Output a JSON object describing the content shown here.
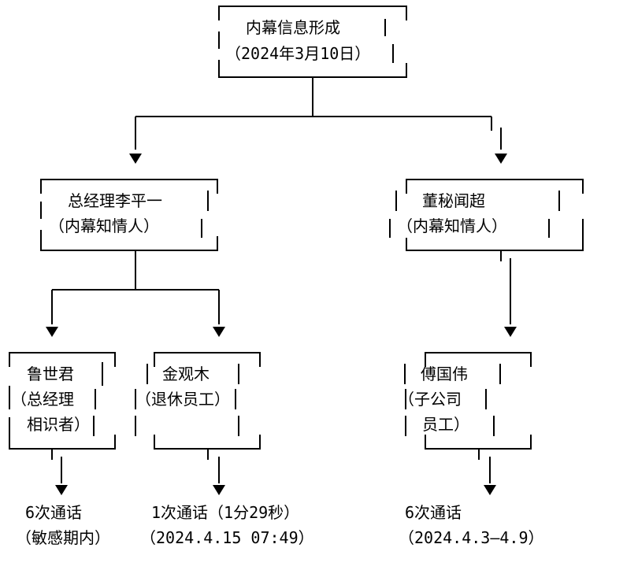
{
  "root": {
    "title": "内幕信息形成",
    "date": "（2024年3月10日）"
  },
  "left": {
    "name": "总经理李平一",
    "role": "（内幕知情人）"
  },
  "right": {
    "name": "董秘闻超",
    "role": "（内幕知情人）"
  },
  "recipients": [
    {
      "name": "鲁世君",
      "role_line1": "（总经理",
      "role_line2": "相识者）"
    },
    {
      "name": "金观木",
      "role_line1": "（退休员工）"
    },
    {
      "name": "傅国伟",
      "role_line1": "（子公司",
      "role_line2": "员工）"
    }
  ],
  "outcomes": [
    {
      "line1": "6次通话",
      "line2": "（敏感期内）"
    },
    {
      "line1": "1次通话（1分29秒）",
      "line2": "（2024.4.15 07:49）"
    },
    {
      "line1": "6次通话",
      "line2": "（2024.4.3–4.9）"
    }
  ]
}
